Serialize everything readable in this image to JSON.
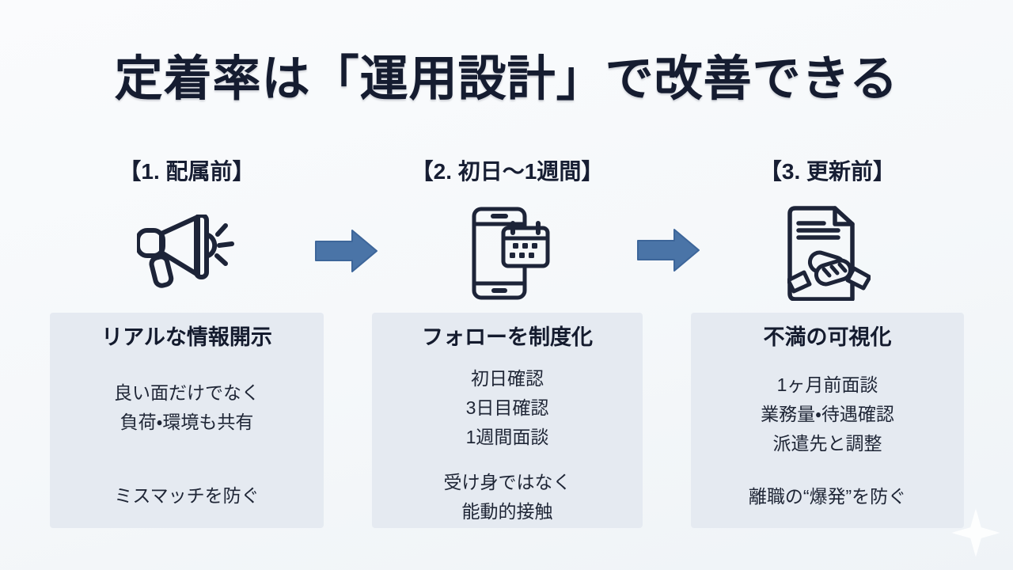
{
  "title": "定着率は「運用設計」で改善できる",
  "colors": {
    "background": "#f6f8fa",
    "text_dark": "#151c30",
    "card_background": "#e5eaf1",
    "arrow_blue": "#4a74a7",
    "icon_stroke": "#1d2438"
  },
  "steps": [
    {
      "label": "【1. 配属前】",
      "icon": "megaphone-icon",
      "card": {
        "heading": "リアルな情報開示",
        "body": [
          "良い面だけでなく",
          "負荷・環境も共有"
        ],
        "footer": [
          "ミスマッチを防ぐ"
        ]
      }
    },
    {
      "label": "【2. 初日〜1週間】",
      "icon": "smartphone-calendar-icon",
      "card": {
        "heading": "フォローを制度化",
        "body": [
          "初日確認",
          "3日目確認",
          "1週間面談"
        ],
        "footer": [
          "受け身ではなく",
          "能動的接触"
        ]
      }
    },
    {
      "label": "【3. 更新前】",
      "icon": "contract-handshake-icon",
      "card": {
        "heading": "不満の可視化",
        "body": [
          "1ヶ月前面談",
          "業務量・待遇確認",
          "派遣先と調整"
        ],
        "footer": [
          "離職の“爆発”を防ぐ"
        ]
      }
    }
  ]
}
